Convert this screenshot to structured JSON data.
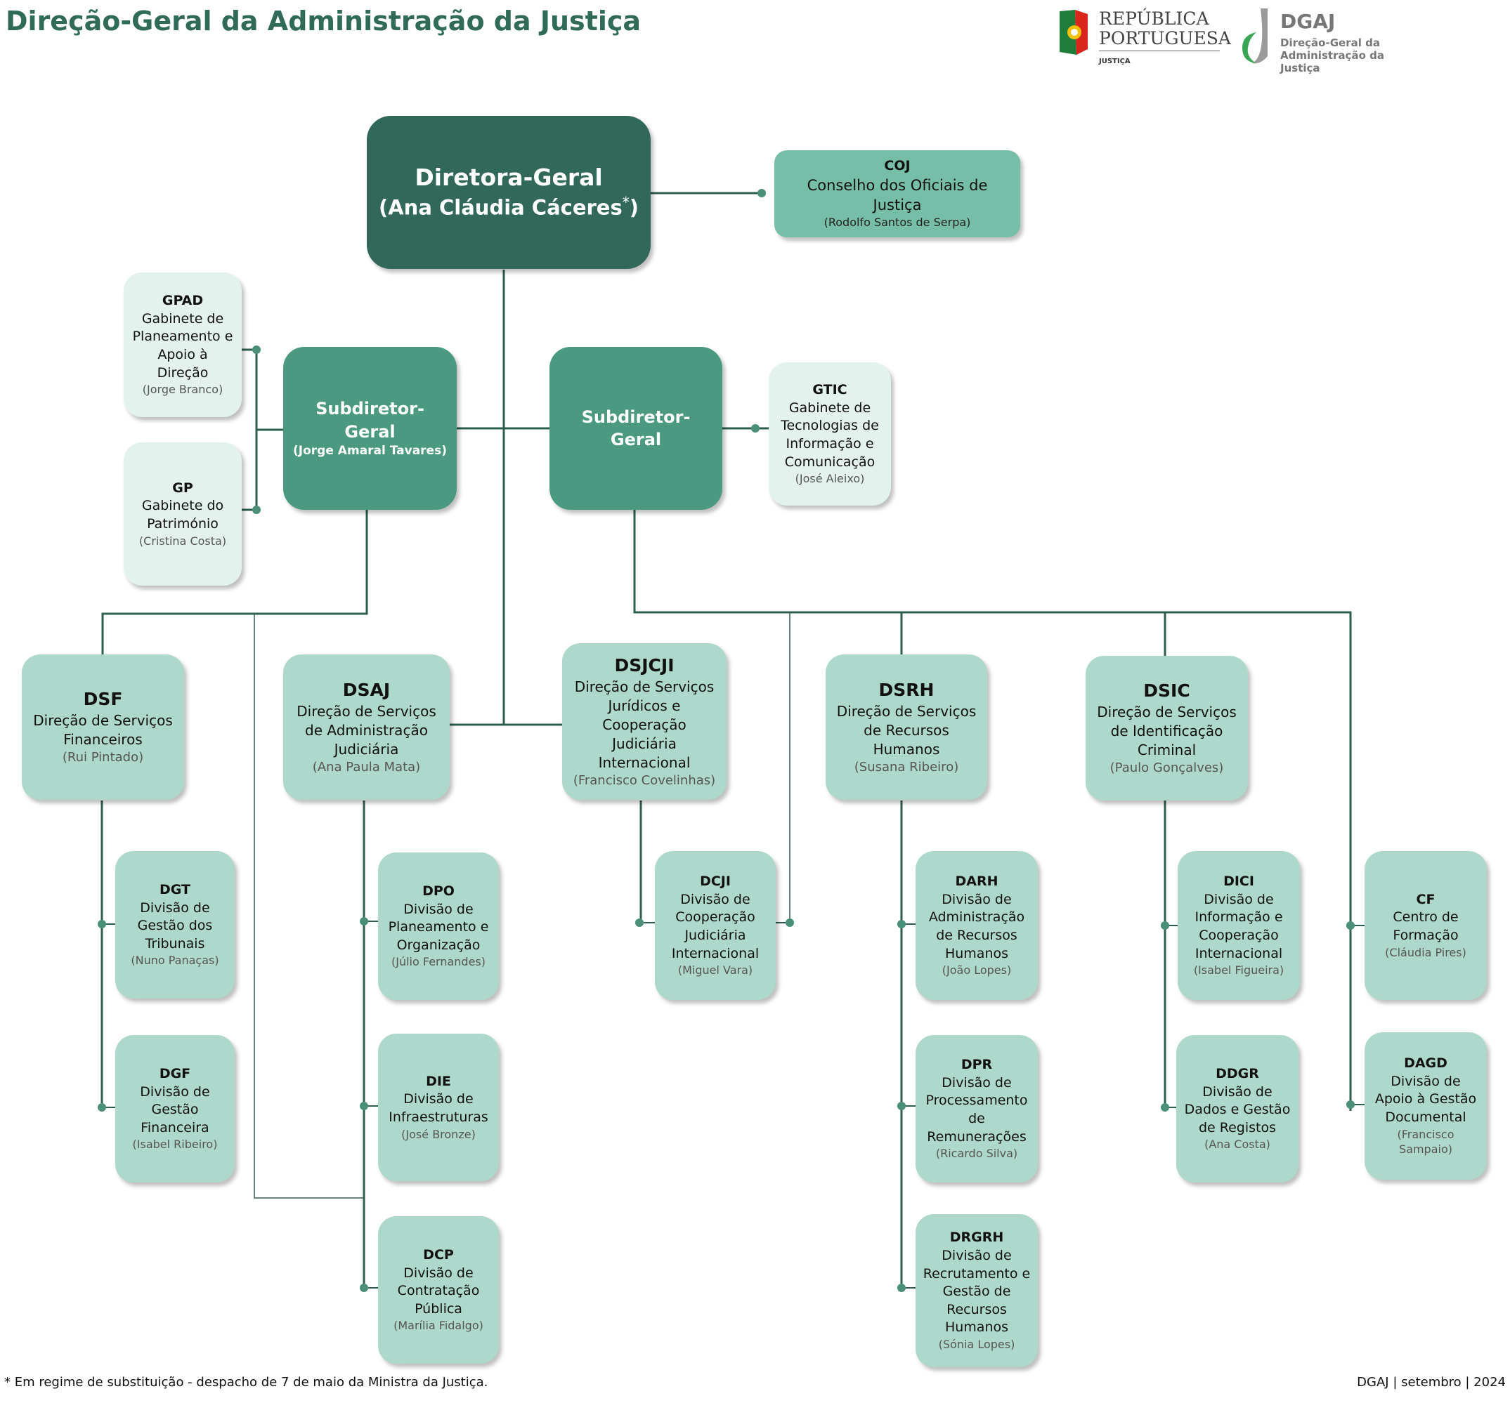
{
  "title": "Direção-Geral da Administração da Justiça",
  "logos": {
    "republica_line1": "REPÚBLICA",
    "republica_line2": "PORTUGUESA",
    "republica_sub": "JUSTIÇA",
    "dgaj_abbr": "DGAJ",
    "dgaj_line1": "Direção-Geral da",
    "dgaj_line2": "Administração da Justiça"
  },
  "director_general": {
    "title": "Diretora-Geral",
    "person": "(Ana Cláudia Cáceres",
    "mark": "*",
    "close": ")"
  },
  "coj": {
    "abbr": "COJ",
    "name": "Conselho dos Oficiais de Justiça",
    "person": "(Rodolfo Santos de Serpa)"
  },
  "subdirector_1": {
    "title": "Subdiretor-Geral",
    "person": "(Jorge Amaral Tavares)"
  },
  "subdirector_2": {
    "title": "Subdiretor-Geral"
  },
  "gpad": {
    "abbr": "GPAD",
    "name": "Gabinete de Planeamento e Apoio à Direção",
    "person": "(Jorge Branco)"
  },
  "gp": {
    "abbr": "GP",
    "name": "Gabinete do Património",
    "person": "(Cristina Costa)"
  },
  "gtic": {
    "abbr": "GTIC",
    "name": "Gabinete de Tecnologias de Informação e Comunicação",
    "person": "(José Aleixo)"
  },
  "directorates": {
    "dsf": {
      "abbr": "DSF",
      "name": "Direção de Serviços Financeiros",
      "person": "(Rui Pintado)"
    },
    "dsaj": {
      "abbr": "DSAJ",
      "name": "Direção de Serviços de Administração Judiciária",
      "person": "(Ana Paula Mata)"
    },
    "dsjcji": {
      "abbr": "DSJCJI",
      "name": "Direção de Serviços Jurídicos e Cooperação Judiciária Internacional",
      "person": "(Francisco Covelinhas)"
    },
    "dsrh": {
      "abbr": "DSRH",
      "name": "Direção de Serviços de Recursos Humanos",
      "person": "(Susana Ribeiro)"
    },
    "dsic": {
      "abbr": "DSIC",
      "name": "Direção de Serviços de Identificação Criminal",
      "person": "(Paulo Gonçalves)"
    }
  },
  "divisions": {
    "dgt": {
      "abbr": "DGT",
      "name": "Divisão de Gestão dos Tribunais",
      "person": "(Nuno Panaças)"
    },
    "dgf": {
      "abbr": "DGF",
      "name": "Divisão de Gestão Financeira",
      "person": "(Isabel Ribeiro)"
    },
    "dpo": {
      "abbr": "DPO",
      "name": "Divisão de Planeamento e Organização",
      "person": "(Júlio Fernandes)"
    },
    "die": {
      "abbr": "DIE",
      "name": "Divisão de Infraestruturas",
      "person": "(José Bronze)"
    },
    "dcp": {
      "abbr": "DCP",
      "name": "Divisão de Contratação Pública",
      "person": "(Marília Fidalgo)"
    },
    "dcji": {
      "abbr": "DCJI",
      "name": "Divisão de Cooperação Judiciária Internacional",
      "person": "(Miguel Vara)"
    },
    "darh": {
      "abbr": "DARH",
      "name": "Divisão de Administração de Recursos Humanos",
      "person": "(João Lopes)"
    },
    "dpr": {
      "abbr": "DPR",
      "name": "Divisão de Processamento de Remunerações",
      "person": "(Ricardo Silva)"
    },
    "drgrh": {
      "abbr": "DRGRH",
      "name": "Divisão de Recrutamento e Gestão de Recursos Humanos",
      "person": "(Sónia Lopes)"
    },
    "dici": {
      "abbr": "DICI",
      "name": "Divisão de Informação e Cooperação Internacional",
      "person": "(Isabel Figueira)"
    },
    "ddgr": {
      "abbr": "DDGR",
      "name": "Divisão de Dados e Gestão de Registos",
      "person": "(Ana Costa)"
    },
    "cf": {
      "abbr": "CF",
      "name": "Centro de Formação",
      "person": "(Cláudia Pires)"
    },
    "dagd": {
      "abbr": "DAGD",
      "name": "Divisão de Apoio à Gestão Documental",
      "person": "(Francisco Sampaio)"
    }
  },
  "footer": {
    "note": "* Em regime de substituição - despacho de 7 de maio da Ministra da Justiça.",
    "source": "DGAJ | setembro | 2024"
  },
  "colors": {
    "title": "#2f6b58",
    "director": "#31685a",
    "subdirector": "#4a9980",
    "coj": "#76bea8",
    "service": "#aed8cb",
    "office": "#e3f2ec",
    "connector": "#2e5e4f",
    "dot": "#4a8f77"
  }
}
